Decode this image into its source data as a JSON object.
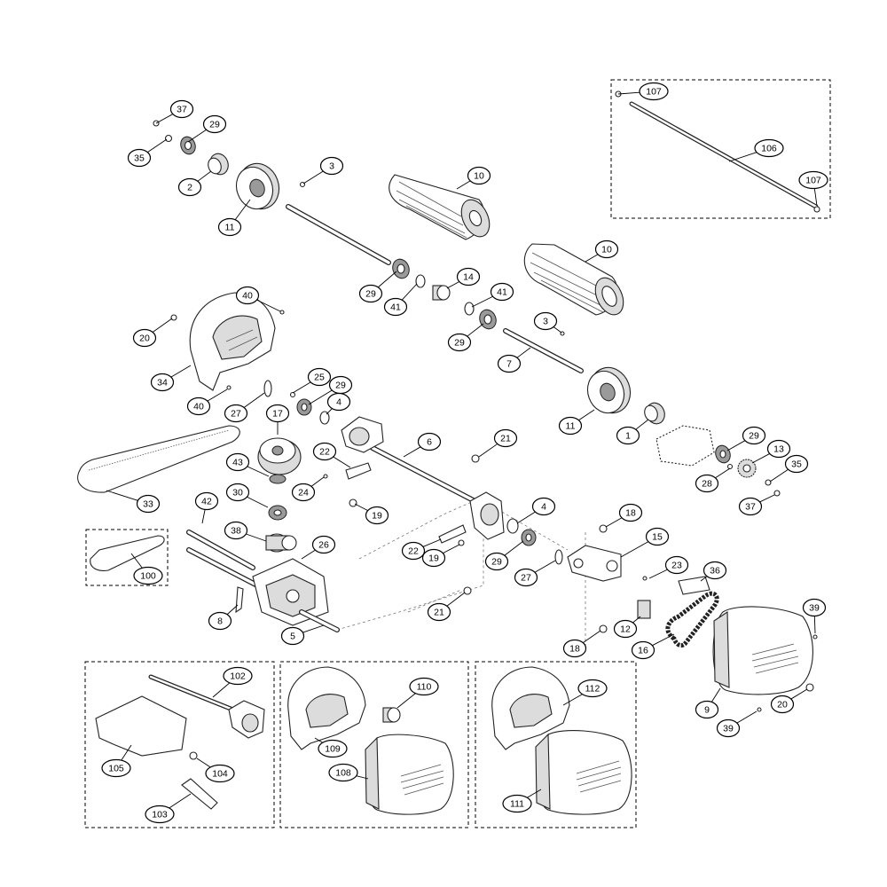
{
  "callouts": [
    {
      "id": "c-37a",
      "label": "37"
    },
    {
      "id": "c-29a",
      "label": "29"
    },
    {
      "id": "c-35a",
      "label": "35"
    },
    {
      "id": "c-2",
      "label": "2"
    },
    {
      "id": "c-3a",
      "label": "3"
    },
    {
      "id": "c-11a",
      "label": "11"
    },
    {
      "id": "c-10a",
      "label": "10"
    },
    {
      "id": "c-107a",
      "label": "107"
    },
    {
      "id": "c-106",
      "label": "106"
    },
    {
      "id": "c-107b",
      "label": "107"
    },
    {
      "id": "c-10b",
      "label": "10"
    },
    {
      "id": "c-29b",
      "label": "29"
    },
    {
      "id": "c-41a",
      "label": "41"
    },
    {
      "id": "c-14",
      "label": "14"
    },
    {
      "id": "c-41b",
      "label": "41"
    },
    {
      "id": "c-40a",
      "label": "40"
    },
    {
      "id": "c-20a",
      "label": "20"
    },
    {
      "id": "c-3b",
      "label": "3"
    },
    {
      "id": "c-29c",
      "label": "29"
    },
    {
      "id": "c-7",
      "label": "7"
    },
    {
      "id": "c-34",
      "label": "34"
    },
    {
      "id": "c-25",
      "label": "25"
    },
    {
      "id": "c-29d",
      "label": "29"
    },
    {
      "id": "c-40b",
      "label": "40"
    },
    {
      "id": "c-27a",
      "label": "27"
    },
    {
      "id": "c-4a",
      "label": "4"
    },
    {
      "id": "c-17",
      "label": "17"
    },
    {
      "id": "c-11b",
      "label": "11"
    },
    {
      "id": "c-1",
      "label": "1"
    },
    {
      "id": "c-6",
      "label": "6"
    },
    {
      "id": "c-21a",
      "label": "21"
    },
    {
      "id": "c-29e",
      "label": "29"
    },
    {
      "id": "c-13",
      "label": "13"
    },
    {
      "id": "c-22a",
      "label": "22"
    },
    {
      "id": "c-43",
      "label": "43"
    },
    {
      "id": "c-35b",
      "label": "35"
    },
    {
      "id": "c-33",
      "label": "33"
    },
    {
      "id": "c-24",
      "label": "24"
    },
    {
      "id": "c-28",
      "label": "28"
    },
    {
      "id": "c-30",
      "label": "30"
    },
    {
      "id": "c-19a",
      "label": "19"
    },
    {
      "id": "c-37b",
      "label": "37"
    },
    {
      "id": "c-42",
      "label": "42"
    },
    {
      "id": "c-4b",
      "label": "4"
    },
    {
      "id": "c-18a",
      "label": "18"
    },
    {
      "id": "c-38",
      "label": "38"
    },
    {
      "id": "c-26",
      "label": "26"
    },
    {
      "id": "c-22b",
      "label": "22"
    },
    {
      "id": "c-19b",
      "label": "19"
    },
    {
      "id": "c-15",
      "label": "15"
    },
    {
      "id": "c-29f",
      "label": "29"
    },
    {
      "id": "c-100",
      "label": "100"
    },
    {
      "id": "c-27b",
      "label": "27"
    },
    {
      "id": "c-23",
      "label": "23"
    },
    {
      "id": "c-36",
      "label": "36"
    },
    {
      "id": "c-39a",
      "label": "39"
    },
    {
      "id": "c-8",
      "label": "8"
    },
    {
      "id": "c-21b",
      "label": "21"
    },
    {
      "id": "c-5",
      "label": "5"
    },
    {
      "id": "c-12",
      "label": "12"
    },
    {
      "id": "c-18b",
      "label": "18"
    },
    {
      "id": "c-16",
      "label": "16"
    },
    {
      "id": "c-102",
      "label": "102"
    },
    {
      "id": "c-110",
      "label": "110"
    },
    {
      "id": "c-112",
      "label": "112"
    },
    {
      "id": "c-9",
      "label": "9"
    },
    {
      "id": "c-20b",
      "label": "20"
    },
    {
      "id": "c-39b",
      "label": "39"
    },
    {
      "id": "c-109",
      "label": "109"
    },
    {
      "id": "c-105",
      "label": "105"
    },
    {
      "id": "c-104",
      "label": "104"
    },
    {
      "id": "c-108",
      "label": "108"
    },
    {
      "id": "c-111",
      "label": "111"
    },
    {
      "id": "c-103",
      "label": "103"
    }
  ]
}
